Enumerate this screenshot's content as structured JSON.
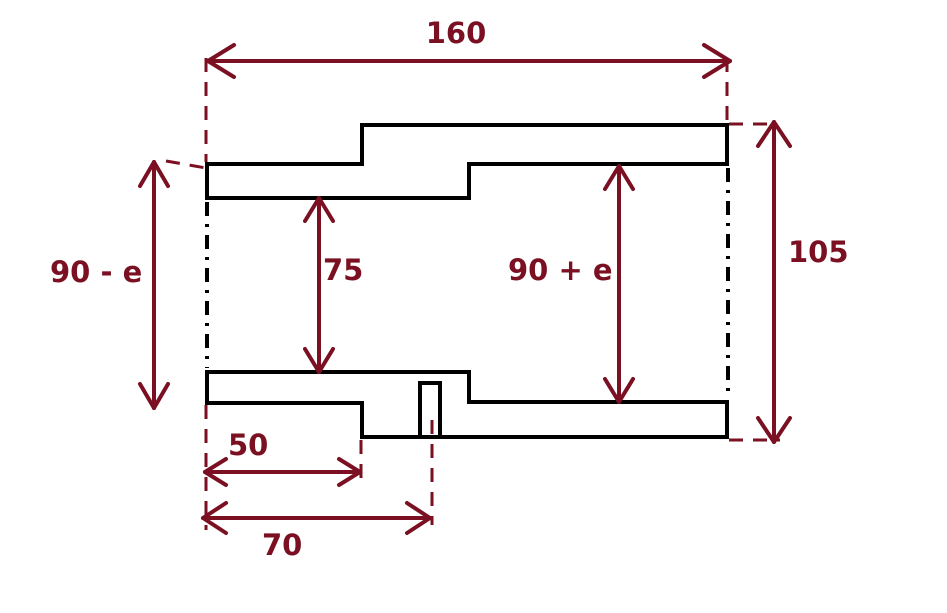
{
  "colors": {
    "outline": "#000000",
    "dimension": "#7a1022",
    "background": "#ffffff"
  },
  "dimensions": {
    "overall_length": "160",
    "overall_height": "105",
    "left_bore": "90 - e",
    "middle_bore": "75",
    "right_bore": "90 + e",
    "step_offset": "50",
    "slot_offset": "70"
  }
}
